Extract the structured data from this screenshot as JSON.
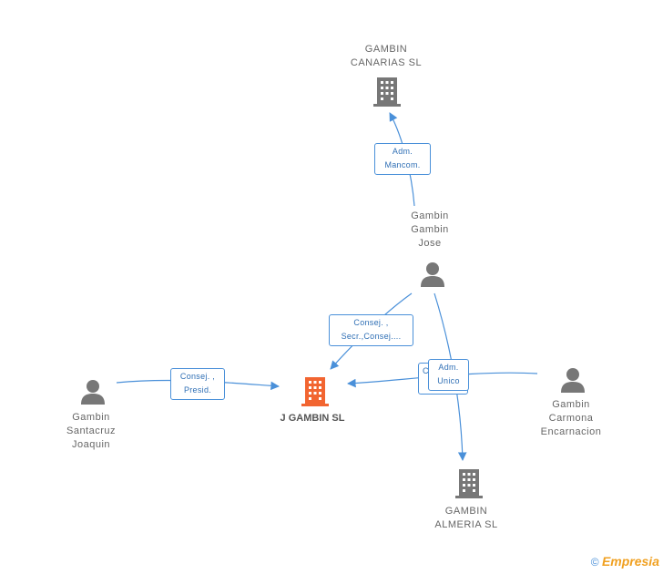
{
  "nodes": {
    "gambin_canarias": {
      "label": "GAMBIN\nCANARIAS  SL",
      "type": "company"
    },
    "gambin_gambin_jose": {
      "label": "Gambin\nGambin\nJose",
      "type": "person"
    },
    "j_gambin": {
      "label": "J GAMBIN SL",
      "type": "company-main"
    },
    "gambin_santacruz": {
      "label": "Gambin\nSantacruz\nJoaquin",
      "type": "person"
    },
    "gambin_carmona": {
      "label": "Gambin\nCarmona\nEncarnacion",
      "type": "person"
    },
    "gambin_almeria": {
      "label": "GAMBIN\nALMERIA  SL",
      "type": "company"
    }
  },
  "roles": {
    "jose_canarias": "Adm.\nMancom.",
    "jose_jgambin": "Consej. ,\nSecr.,Consej....",
    "santacruz_jgambin": "Consej. ,\nPresid.",
    "carmona_jgambin": "C...",
    "jose_almeria": "Adm.\nUnico"
  },
  "colors": {
    "edge": "#4a90d9",
    "icon": "#777777",
    "main_icon": "#f26531"
  },
  "brand": {
    "copyright": "©",
    "name": "Empresia"
  }
}
